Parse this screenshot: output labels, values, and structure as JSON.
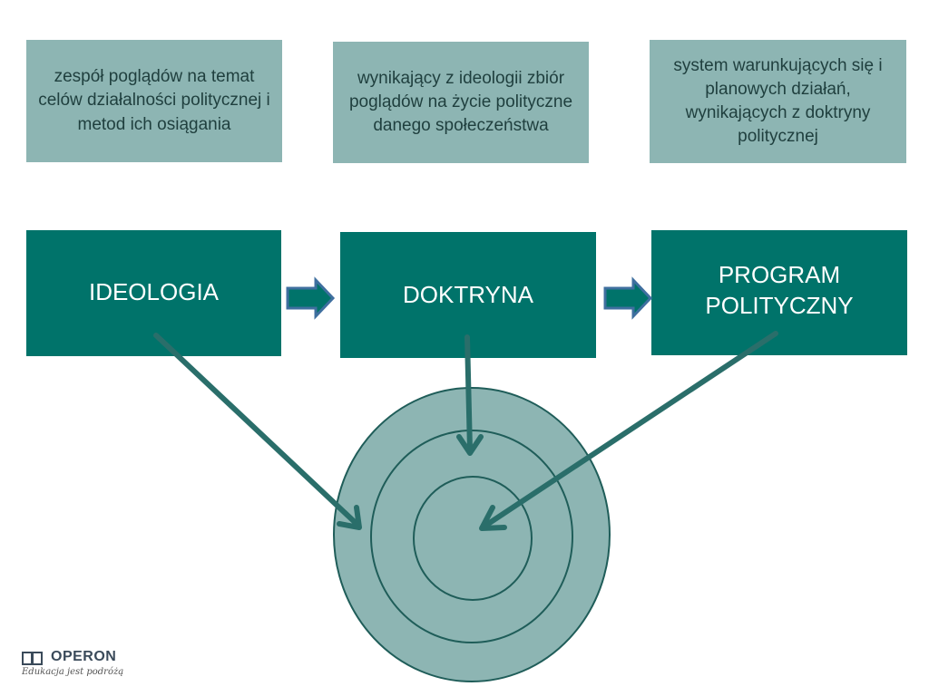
{
  "definitions": [
    {
      "text": "zespół poglądów na temat celów działalności politycznej i metod ich osiągania"
    },
    {
      "text": "wynikający z ideologii zbiór poglądów na życie polityczne danego społeczeństwa"
    },
    {
      "text": "system warunkujących się i planowych działań, wynikających z doktryny politycznej"
    }
  ],
  "boxes": {
    "ideologia": "IDEOLOGIA",
    "doktryna": "DOKTRYNA",
    "program": "PROGRAM POLITYCZNY"
  },
  "logo": {
    "name": "OPERON",
    "tagline": "Edukacja jest podróżą"
  },
  "colors": {
    "dark_teal": "#00736a",
    "light_teal": "#8db5b3",
    "arrow": "#2a6e6a",
    "block_arrow": "#3f6f9f"
  }
}
